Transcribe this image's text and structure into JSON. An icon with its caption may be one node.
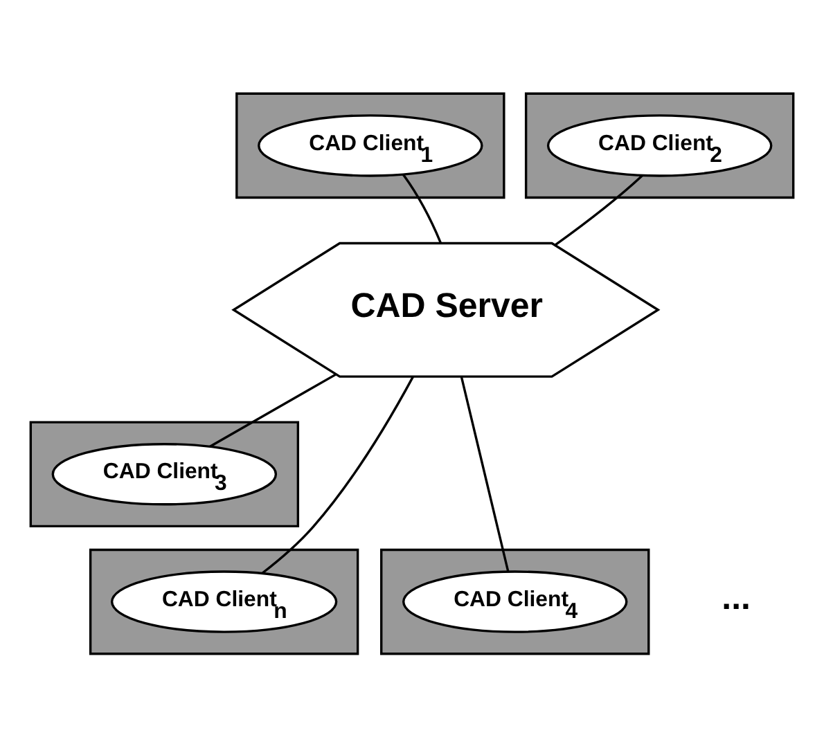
{
  "diagram": {
    "nodes": [
      {
        "text": [],
        "shape": "box"
      },
      {
        "text": [
          "CAD Client$_{1}$"
        ],
        "in": 0
      },
      {
        "text": [],
        "shape": "box"
      },
      {
        "text": [
          "CAD Client$_{2}$"
        ],
        "in": 2
      },
      {
        "text": [
          "CAD Server"
        ]
      },
      {
        "text": [],
        "shape": "box"
      },
      {
        "text": [
          "CAD Client$_{3}$"
        ],
        "in": 5
      },
      {
        "text": [],
        "shape": "box"
      },
      {
        "text": [
          "CAD Client$_{n}$"
        ],
        "in": 7
      },
      {
        "text": [],
        "shape": "box"
      },
      {
        "text": [
          "CAD Client$_{4}$"
        ],
        "in": 9
      }
    ],
    "edges": [
      {
        "from": 4,
        "to": 1,
        "arrow": "none"
      },
      {
        "from": 4,
        "to": 3,
        "arrow": "none"
      },
      {
        "from": 4,
        "to": 6,
        "arrow": "none"
      },
      {
        "from": 4,
        "to": 8,
        "arrow": "none"
      },
      {
        "from": 4,
        "to": 10,
        "arrow": "none"
      }
    ],
    "labels": [
      "..."
    ]
  }
}
